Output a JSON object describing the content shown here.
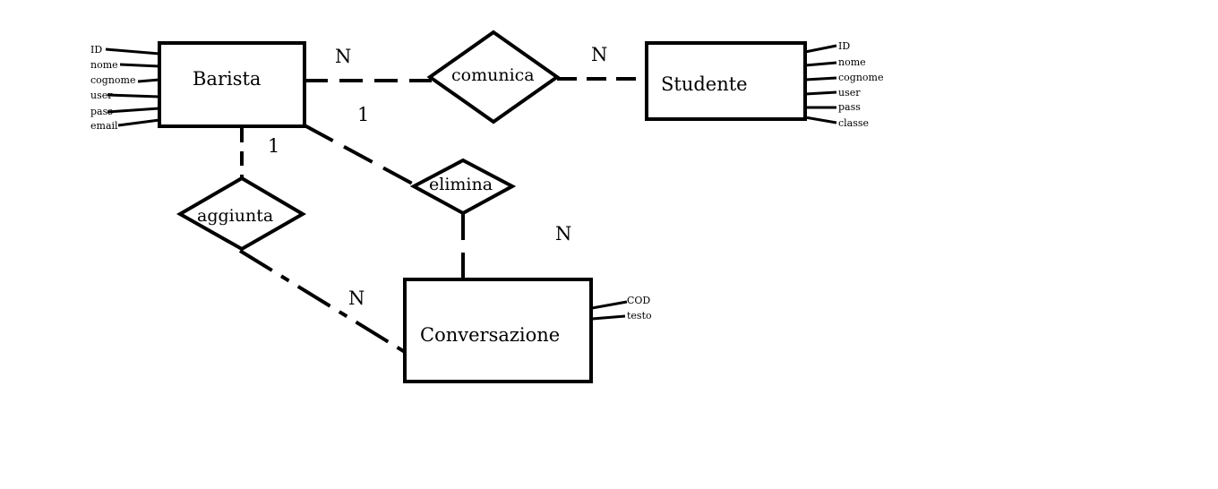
{
  "entities": {
    "barista": {
      "name": "Barista",
      "attributes": [
        "ID",
        "nome",
        "cognome",
        "user",
        "pass",
        "email"
      ]
    },
    "studente": {
      "name": "Studente",
      "attributes": [
        "ID",
        "nome",
        "cognome",
        "user",
        "pass",
        "classe"
      ]
    },
    "conversazione": {
      "name": "Conversazione",
      "attributes": [
        "COD",
        "testo"
      ]
    }
  },
  "relationships": {
    "comunica": "comunica",
    "elimina": "elimina",
    "aggiunta": "aggiunta"
  },
  "cardinalities": {
    "barista_comunica": "N",
    "studente_comunica": "N",
    "barista_elimina": "1",
    "barista_aggiunta": "1",
    "conversazione_elimina": "N",
    "conversazione_aggiunta": "N"
  }
}
